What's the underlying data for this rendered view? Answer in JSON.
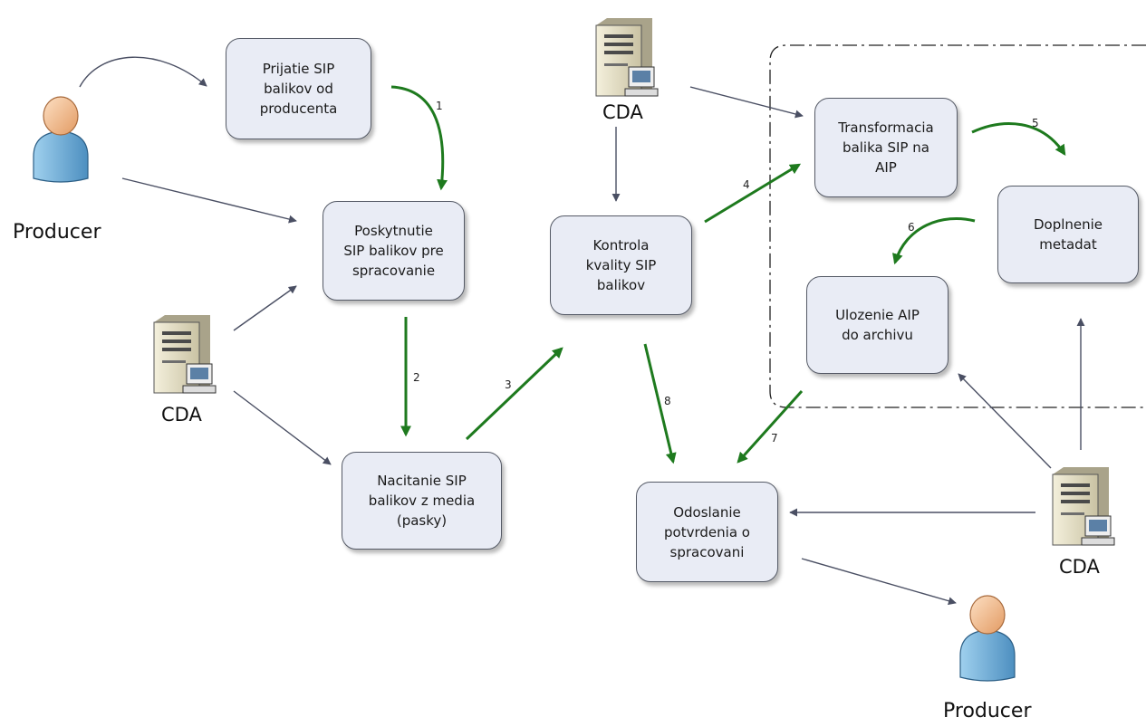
{
  "colors": {
    "process_flow": "#1e7a1e",
    "interaction": "#4a4f63",
    "box_fill": "#e9ecf5",
    "box_border": "#555a66",
    "boundary": "#222222"
  },
  "actors": [
    {
      "label": "Producer",
      "icon": "person-icon"
    },
    {
      "label": "Producer",
      "icon": "person-icon"
    }
  ],
  "servers": [
    {
      "label": "CDA",
      "icon": "server-icon"
    },
    {
      "label": "CDA",
      "icon": "server-icon"
    },
    {
      "label": "CDA",
      "icon": "server-icon"
    }
  ],
  "processes": [
    {
      "label": "Prijatie SIP\nbalikov od\nproducenta"
    },
    {
      "label": "Poskytnutie\nSIP balikov pre\nspracovanie"
    },
    {
      "label": "Nacitanie SIP\nbalikov z media\n(pasky)"
    },
    {
      "label": "Kontrola\nkvality SIP\nbalikov"
    },
    {
      "label": "Transformacia\nbalika SIP na\nAIP"
    },
    {
      "label": "Doplnenie\nmetadat"
    },
    {
      "label": "Ulozenie AIP\ndo archivu"
    },
    {
      "label": "Odoslanie\npotvrdenia o\nspracovani"
    }
  ],
  "flow_labels": [
    "1",
    "2",
    "3",
    "4",
    "5",
    "6",
    "7",
    "8"
  ]
}
